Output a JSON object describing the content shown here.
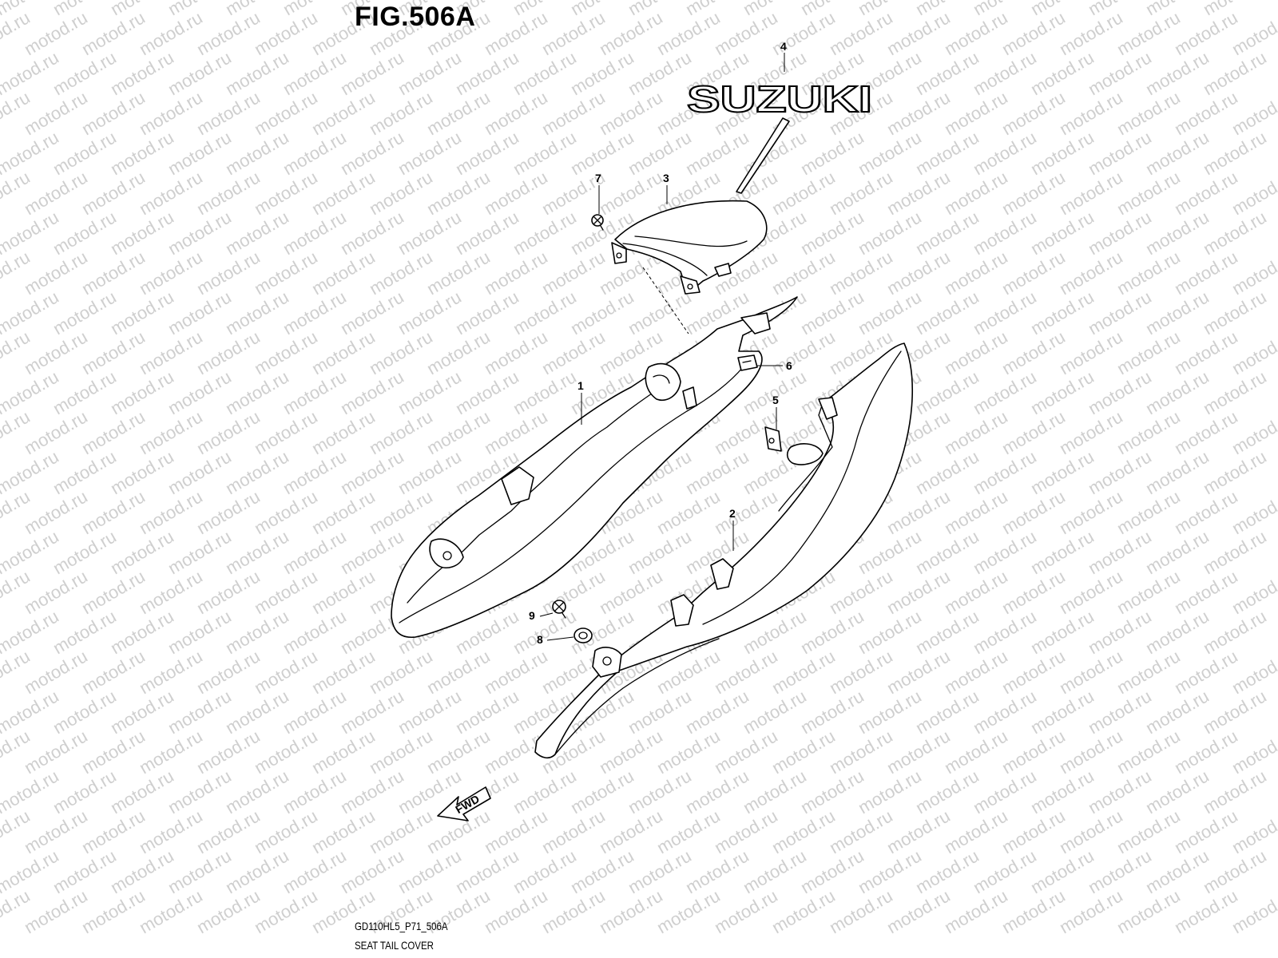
{
  "figure": {
    "title": "FIG.506A",
    "code": "GD110HL5_P71_506A",
    "name": "SEAT TAIL COVER"
  },
  "logo_text": "SUZUKI",
  "direction_label": "FWD",
  "watermark": "motod.ru",
  "callouts": [
    "1",
    "2",
    "3",
    "4",
    "5",
    "6",
    "7",
    "8",
    "9"
  ]
}
